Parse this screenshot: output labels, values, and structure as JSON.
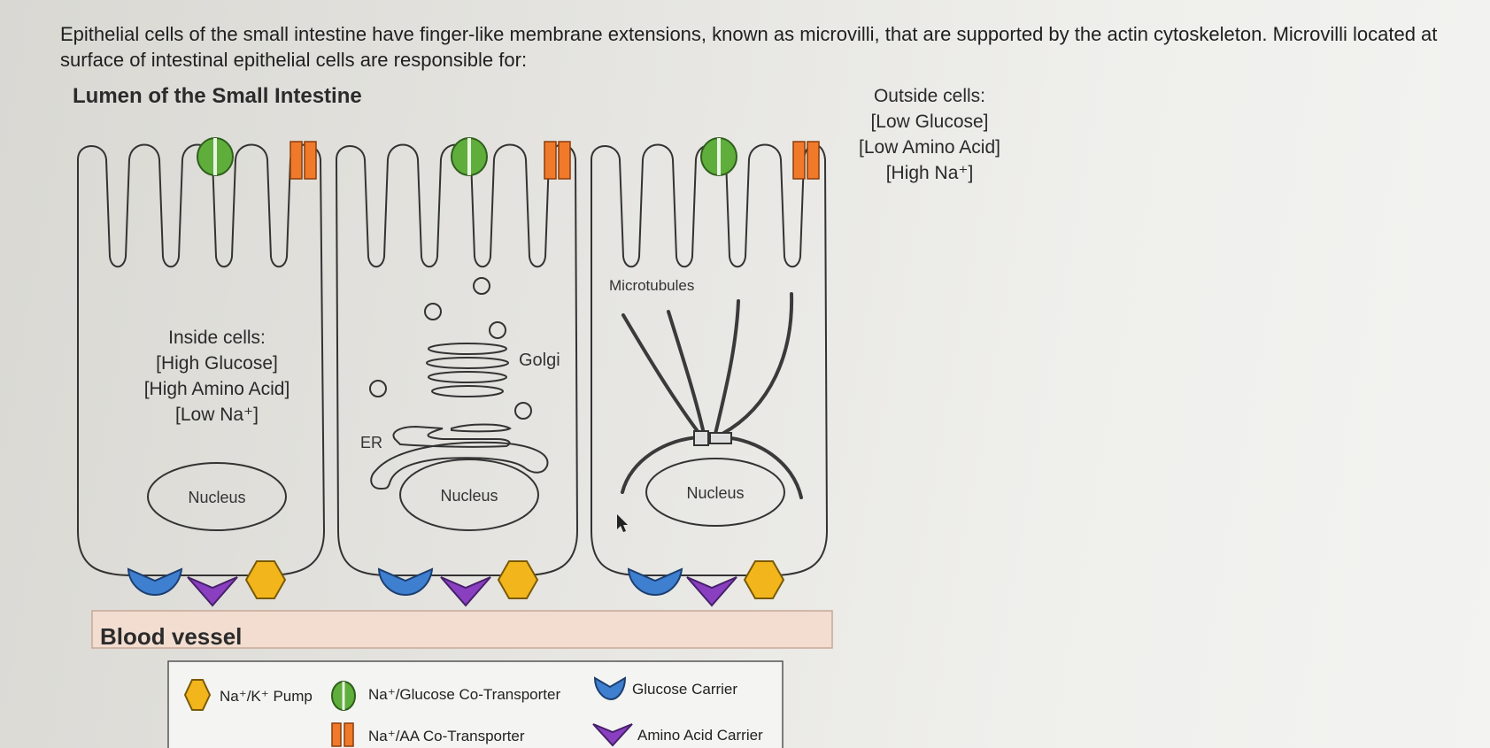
{
  "question": {
    "line1": "Epithelial cells of the small intestine have finger-like membrane extensions, known as microvilli, that are supported by the actin cytoskeleton. Microvilli located at",
    "line2": "surface of intestinal epithelial cells are responsible for:"
  },
  "diagram": {
    "lumen_title": "Lumen of the Small Intestine",
    "outside_cells": {
      "heading": "Outside cells:",
      "glucose": "[Low Glucose]",
      "amino_acid": "[Low Amino Acid]",
      "sodium": "[High Na⁺]"
    },
    "inside_cells": {
      "heading": "Inside cells:",
      "glucose": "[High Glucose]",
      "amino_acid": "[High Amino Acid]",
      "sodium": "[Low Na⁺]"
    },
    "nucleus_label": "Nucleus",
    "er_label": "ER",
    "golgi_label": "Golgi",
    "microtubules_label": "Microtubules",
    "blood_vessel_label": "Blood vessel"
  },
  "legend": {
    "na_k_pump": "Na⁺/K⁺ Pump",
    "na_glucose_cotransporter": "Na⁺/Glucose Co-Transporter",
    "glucose_carrier": "Glucose Carrier",
    "na_aa_cotransporter": "Na⁺/AA Co-Transporter",
    "amino_acid_carrier": "Amino Acid Carrier"
  },
  "colors": {
    "na_k_pump": "#f2b61c",
    "na_glucose_cotransporter": "#5fae3c",
    "na_aa_cotransporter": "#f07a2a",
    "glucose_carrier": "#3f7fd0",
    "amino_acid_carrier": "#8a3fc0",
    "blood_vessel_fill": "#f2ddd0",
    "cell_outline": "#333333"
  }
}
